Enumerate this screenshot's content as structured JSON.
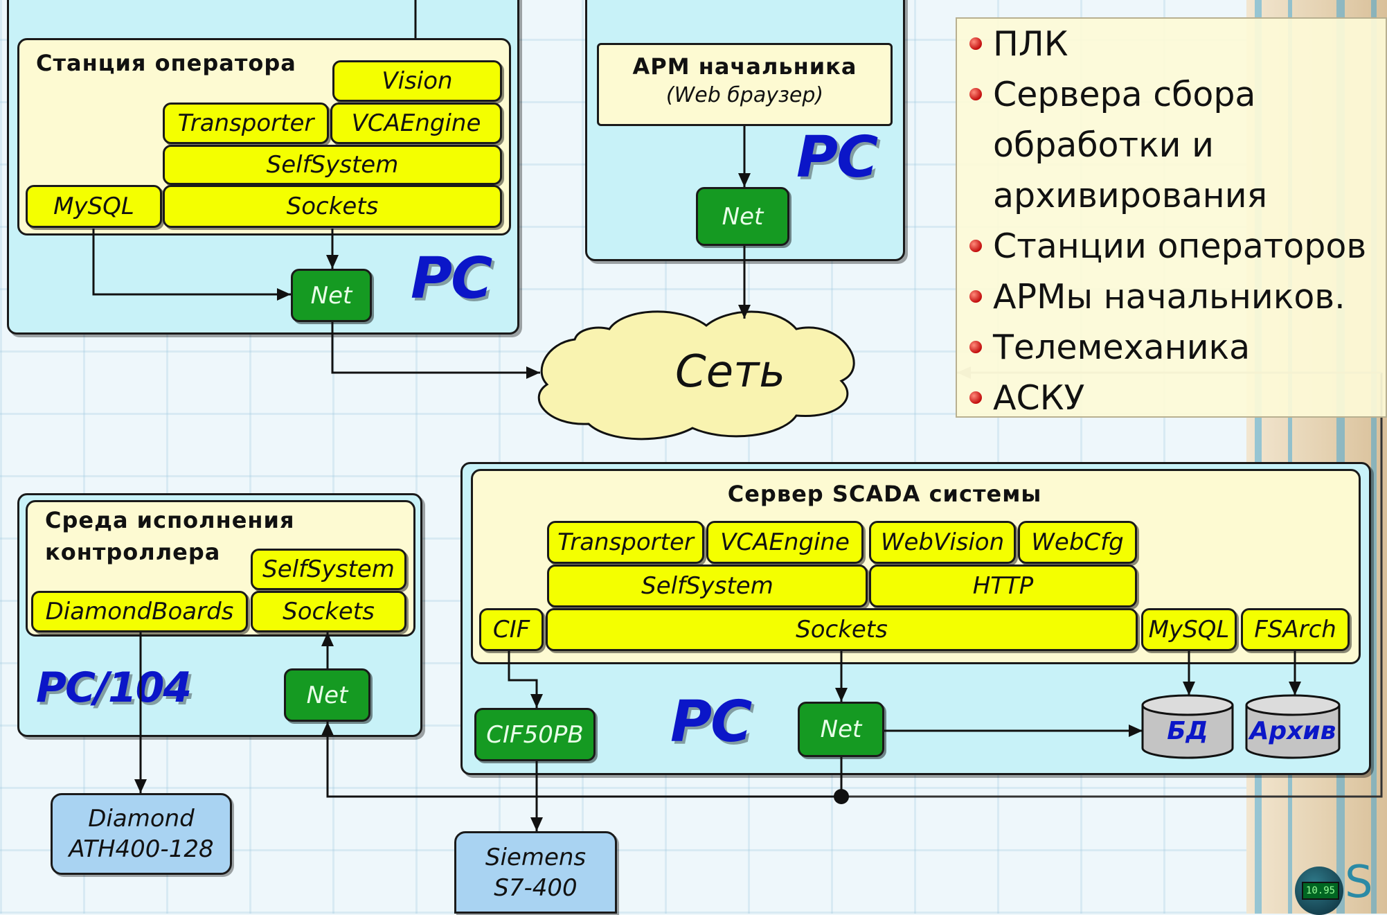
{
  "operator_station": {
    "title": "Станция оператора",
    "modules": {
      "vision": "Vision",
      "transporter": "Transporter",
      "vcaengine": "VCAEngine",
      "selfsystem": "SelfSystem",
      "mysql": "MySQL",
      "sockets": "Sockets"
    },
    "net": "Net",
    "pc": "PC"
  },
  "manager_station": {
    "title": "АРМ начальника",
    "subtitle": "(Web браузер)",
    "net": "Net",
    "pc": "PC"
  },
  "network": {
    "label": "Сеть"
  },
  "legend": {
    "items": [
      {
        "lines": [
          "ПЛК"
        ]
      },
      {
        "lines": [
          "Сервера сбора",
          "обработки и",
          "архивирования"
        ]
      },
      {
        "lines": [
          "Станции операторов"
        ]
      },
      {
        "lines": [
          "АРМы начальников."
        ]
      },
      {
        "lines": [
          "Телемеханика"
        ]
      },
      {
        "lines": [
          "АСКУ"
        ]
      }
    ]
  },
  "controller": {
    "title_line1": "Среда исполнения",
    "title_line2": "контроллера",
    "modules": {
      "selfsystem": "SelfSystem",
      "diamondboards": "DiamondBoards",
      "sockets": "Sockets"
    },
    "net": "Net",
    "pc": "PC/104",
    "device_line1": "Diamond",
    "device_line2": "ATH400-128"
  },
  "scada_server": {
    "title": "Сервер SCADA системы",
    "modules": {
      "transporter": "Transporter",
      "vcaengine": "VCAEngine",
      "webvision": "WebVision",
      "webcfg": "WebCfg",
      "selfsystem": "SelfSystem",
      "http": "HTTP",
      "cif": "CIF",
      "sockets": "Sockets",
      "mysql": "MySQL",
      "fsarch": "FSArch"
    },
    "cif_board": "CIF50PB",
    "net": "Net",
    "pc": "PC",
    "db": "БД",
    "archive": "Архив",
    "device_line1": "Siemens",
    "device_line2": "S7-400"
  },
  "logo": {
    "display": "10.95",
    "letters": "S"
  },
  "colors": {
    "panel": "#c8f2f8",
    "inner": "#fdfad2",
    "module": "#f4ff00",
    "net": "#159a22",
    "device": "#a9d3f2",
    "pc_label": "#0b16c8",
    "bullet": "#c20d0d"
  }
}
